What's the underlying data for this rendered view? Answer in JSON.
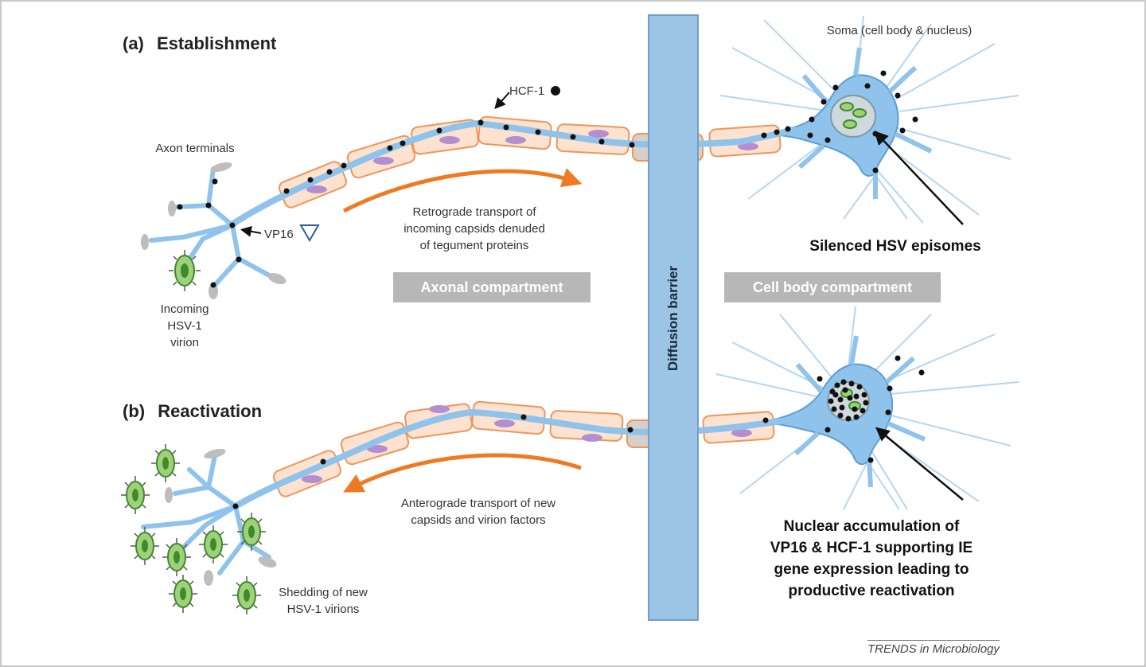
{
  "panels": {
    "a": {
      "letter": "(a)",
      "title": "Establishment"
    },
    "b": {
      "letter": "(b)",
      "title": "Reactivation"
    }
  },
  "labels": {
    "soma": "Soma (cell body & nucleus)",
    "hcf1": "HCF-1",
    "axon_terminals": "Axon terminals",
    "vp16": "VP16",
    "incoming_virion": [
      "Incoming",
      "HSV-1",
      "virion"
    ],
    "retrograde": [
      "Retrograde transport of",
      "incoming capsids denuded",
      "of tegument proteins"
    ],
    "silenced": "Silenced HSV episomes",
    "axonal_compartment": "Axonal compartment",
    "cell_body_compartment": "Cell body compartment",
    "diffusion_barrier": "Diffusion barrier",
    "anterograde": [
      "Anterograde transport of new",
      "capsids and virion factors"
    ],
    "nuclear_accumulation": [
      "Nuclear accumulation of",
      "VP16 & HCF-1 supporting IE",
      "gene expression leading to",
      "productive reactivation"
    ],
    "shedding": [
      "Shedding of new",
      "HSV-1 virions"
    ]
  },
  "footer": "TRENDS in Microbiology",
  "colors": {
    "neuron": "#8fc3ec",
    "neuron_stroke": "#5a9fd6",
    "myelin_fill": "#fde3cf",
    "myelin_stroke": "#f0955a",
    "myelin_nucleus": "#b48fd0",
    "arrow": "#f07a22",
    "compartment_box": "#b7b7b7",
    "barrier": "#9cc4e4",
    "virion_fill": "#9fd17c",
    "dot": "#111111"
  }
}
